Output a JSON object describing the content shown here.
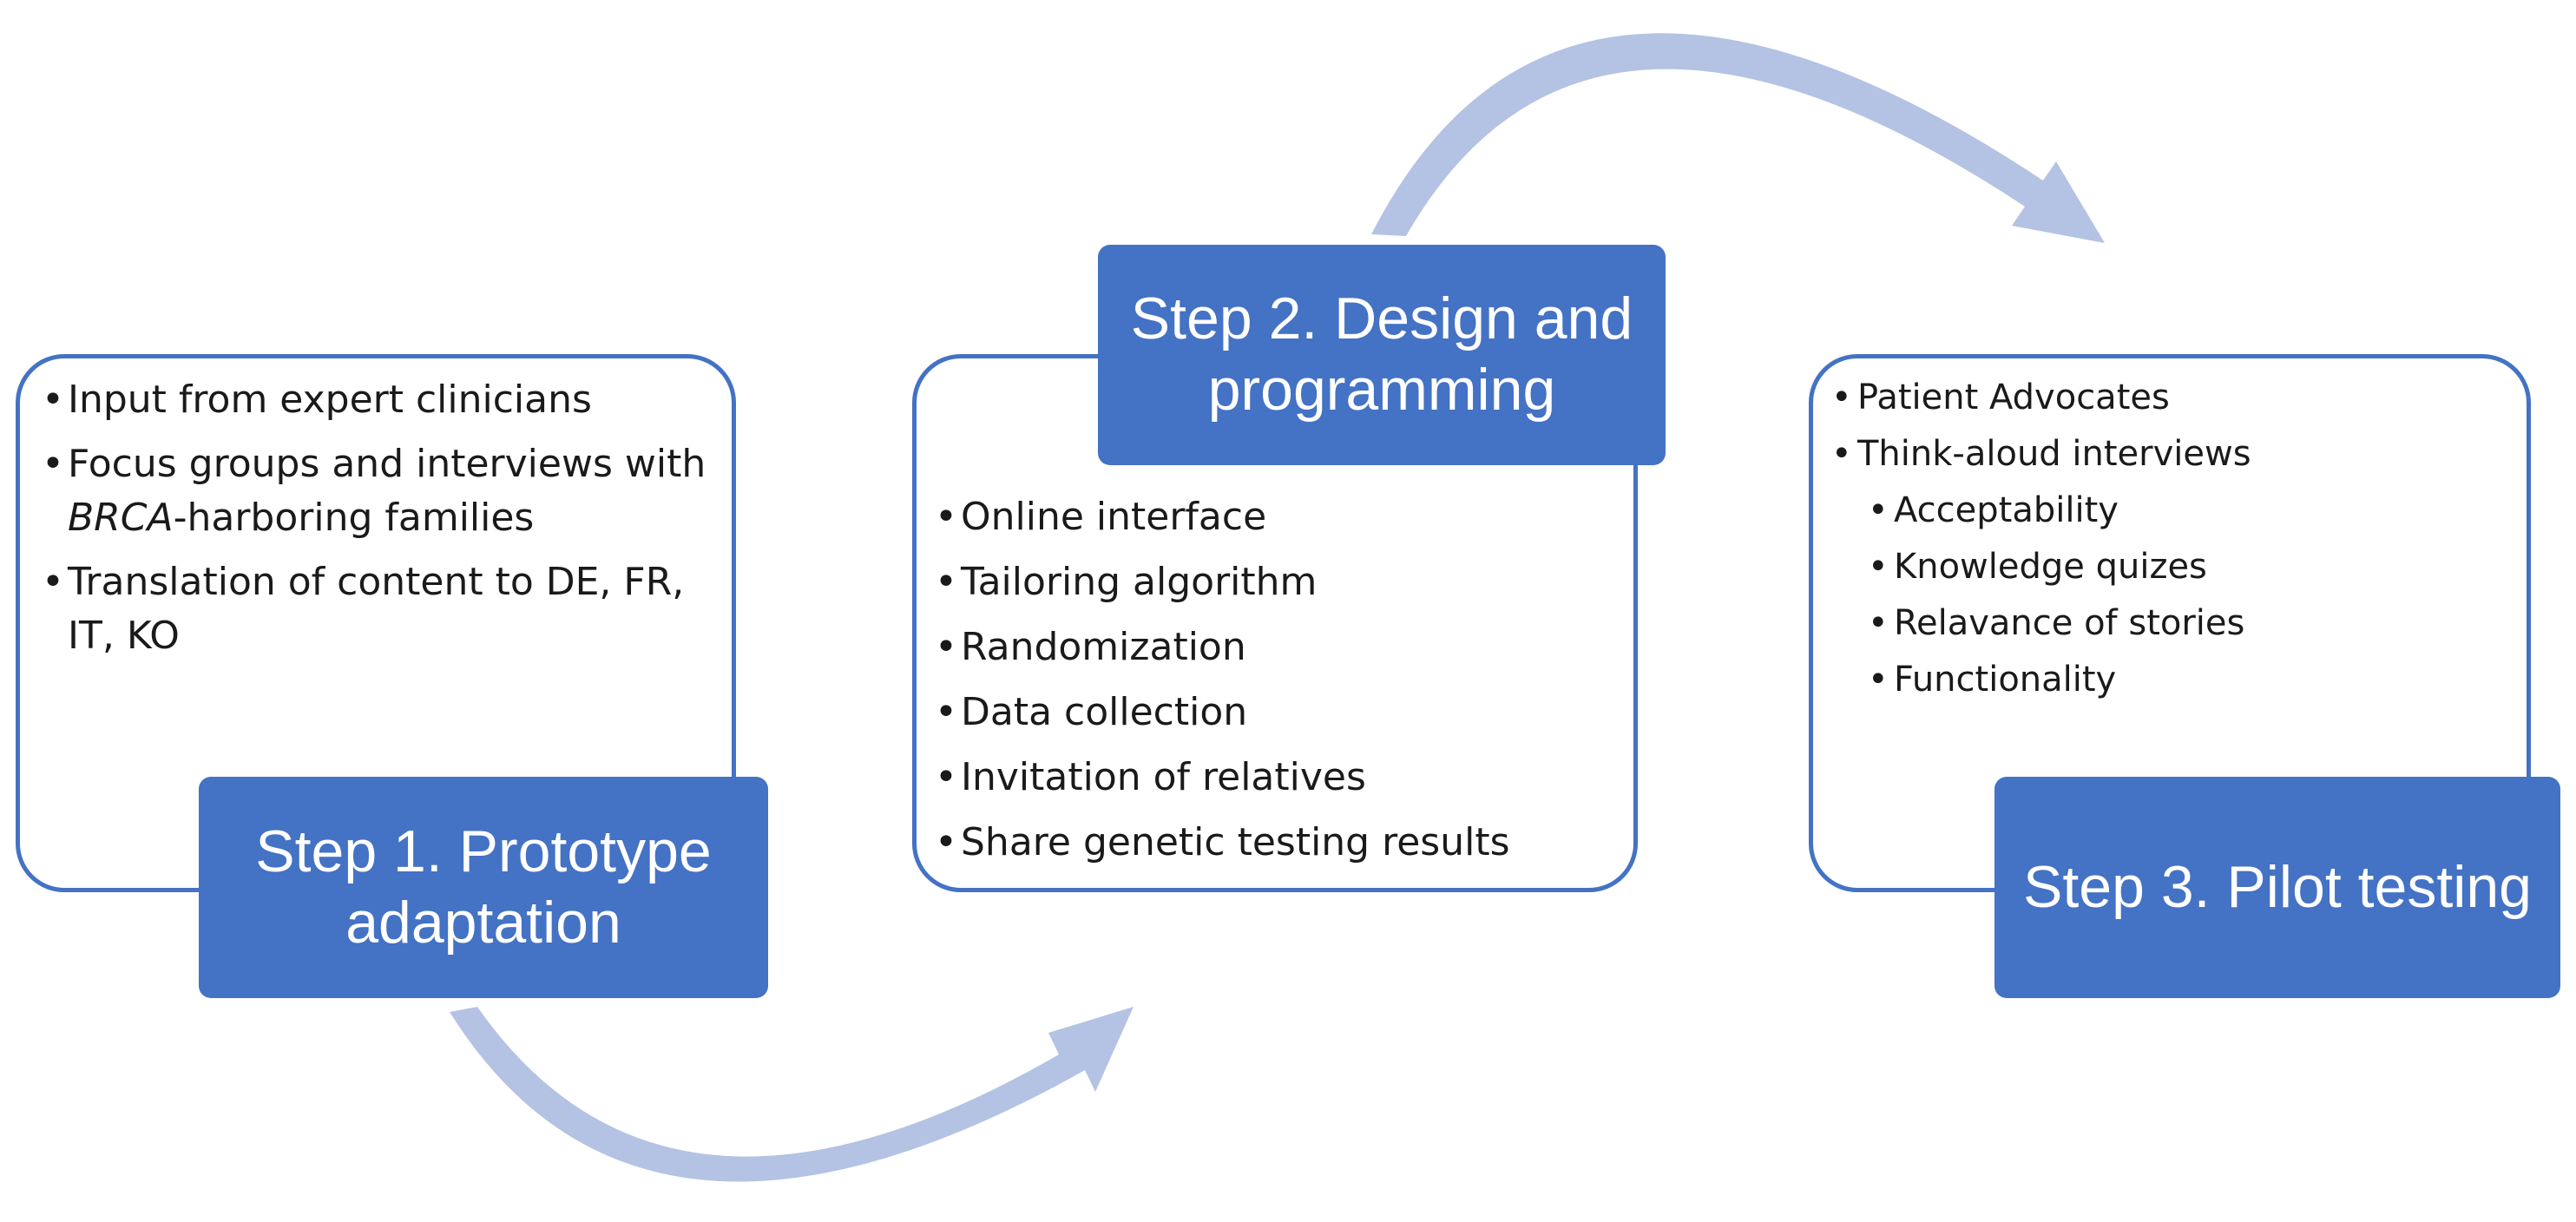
{
  "steps": [
    {
      "title": "Step 1. Prototype adaptation",
      "items": [
        {
          "text": "Input from expert clinicians"
        },
        {
          "text_before": "Focus groups and interviews with ",
          "emph": "BRCA",
          "text_after": "-harboring families"
        },
        {
          "text": "Translation of content to DE, FR, IT, KO"
        }
      ]
    },
    {
      "title": "Step 2. Design and programming",
      "items": [
        {
          "text": "Online interface"
        },
        {
          "text": "Tailoring algorithm"
        },
        {
          "text": "Randomization"
        },
        {
          "text": "Data collection"
        },
        {
          "text": "Invitation of relatives"
        },
        {
          "text": "Share genetic testing results"
        }
      ]
    },
    {
      "title": "Step 3. Pilot testing",
      "items": [
        {
          "text": "Patient Advocates"
        },
        {
          "text": "Think-aloud interviews"
        },
        {
          "text": "Acceptability",
          "sub": true
        },
        {
          "text": "Knowledge quizes",
          "sub": true
        },
        {
          "text": "Relavance of stories",
          "sub": true
        },
        {
          "text": "Functionality",
          "sub": true
        }
      ]
    }
  ],
  "colors": {
    "step_fill": "#4472c4",
    "box_border": "#4472c4",
    "arrow": "#b4c3e3",
    "title_text": "#ffffff"
  }
}
